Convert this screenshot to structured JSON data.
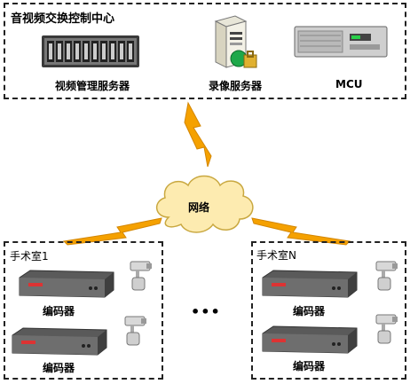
{
  "control_center": {
    "title": "音视频交换控制中心",
    "servers": [
      {
        "label": "视频管理服务器",
        "icon": "rack-server-icon"
      },
      {
        "label": "录像服务器",
        "icon": "tower-server-icon"
      },
      {
        "label": "MCU",
        "icon": "mcu-device-icon"
      }
    ]
  },
  "network": {
    "label": "网络",
    "icon": "cloud-icon"
  },
  "rooms": [
    {
      "title": "手术室1",
      "encoders": [
        {
          "label": "编码器"
        },
        {
          "label": "编码器"
        }
      ]
    },
    {
      "title": "手术室N",
      "encoders": [
        {
          "label": "编码器"
        },
        {
          "label": "编码器"
        }
      ]
    }
  ],
  "ellipsis": "•••",
  "colors": {
    "lightning": "#f5a100",
    "cloud": "#fdebb0",
    "cloud_stroke": "#c9a840",
    "encoder_body": "#5a5a5a",
    "encoder_label": "#d33"
  }
}
